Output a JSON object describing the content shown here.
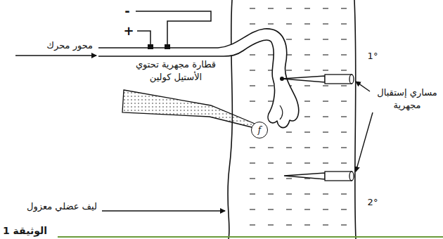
{
  "diagram": {
    "nodes": [
      {
        "text": [
          "f"
        ]
      }
    ],
    "labels": [
      "-",
      "+",
      "محور محرك",
      "قطارة مجهرية تحتوي الأستيل كولين",
      "مساري إستقبال مجهرية",
      "1°",
      "2°",
      "ليف عضلي معزول",
      "الوثيقة 1"
    ]
  }
}
